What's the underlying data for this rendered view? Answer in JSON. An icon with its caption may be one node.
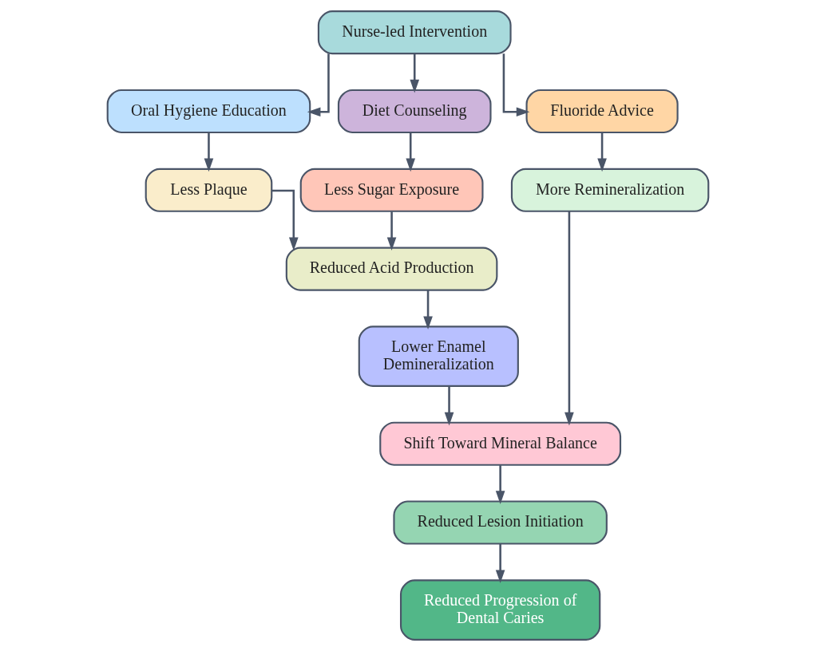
{
  "diagram": {
    "nodes": [
      {
        "text": [
          "Nurse-led Intervention"
        ]
      },
      {
        "text": [
          "Oral Hygiene Education"
        ]
      },
      {
        "text": [
          "Diet Counseling"
        ]
      },
      {
        "text": [
          "Fluoride Advice"
        ]
      },
      {
        "text": [
          "Less Plaque"
        ]
      },
      {
        "text": [
          "Less Sugar Exposure"
        ]
      },
      {
        "text": [
          "More Remineralization"
        ]
      },
      {
        "text": [
          "Reduced Acid Production"
        ]
      },
      {
        "text": [
          "Lower Enamel Demineralization"
        ]
      },
      {
        "text": [
          "Shift Toward Mineral Balance"
        ]
      },
      {
        "text": [
          "Reduced Lesion Initiation"
        ]
      },
      {
        "text": [
          "Reduced Progression of Dental Caries"
        ]
      }
    ],
    "edges": [
      {
        "from": 0,
        "to": 1,
        "arrow": "to"
      },
      {
        "from": 0,
        "to": 2,
        "arrow": "to"
      },
      {
        "from": 0,
        "to": 3,
        "arrow": "to"
      },
      {
        "from": 1,
        "to": 4,
        "arrow": "to"
      },
      {
        "from": 2,
        "to": 5,
        "arrow": "to"
      },
      {
        "from": 3,
        "to": 6,
        "arrow": "to"
      },
      {
        "from": 4,
        "to": 7,
        "arrow": "to"
      },
      {
        "from": 5,
        "to": 7,
        "arrow": "to"
      },
      {
        "from": 7,
        "to": 8,
        "arrow": "to"
      },
      {
        "from": 8,
        "to": 9,
        "arrow": "to"
      },
      {
        "from": 6,
        "to": 9,
        "arrow": "to"
      },
      {
        "from": 9,
        "to": 10,
        "arrow": "to"
      },
      {
        "from": 10,
        "to": 11,
        "arrow": "to"
      }
    ]
  }
}
